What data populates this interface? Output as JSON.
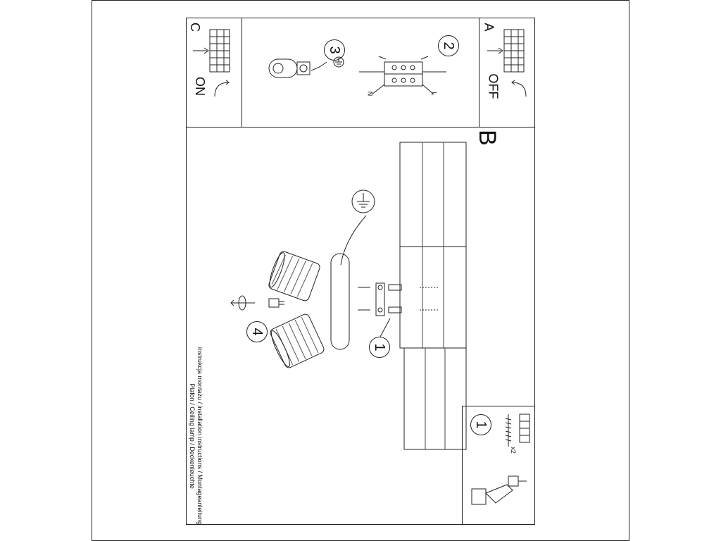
{
  "sheet": {
    "title_line_1": "instrukcja montażu / installation instructions / Montageanleitung",
    "title_line_2": "Plafon / Ceiling lamp / Deckenleuchte"
  },
  "panels": {
    "a": {
      "letter": "A",
      "state": "OFF"
    },
    "b": {
      "letter": "B"
    },
    "c": {
      "letter": "C",
      "state": "ON"
    }
  },
  "steps": {
    "s1_drill": "1",
    "s1_mount": "1",
    "s2": "2",
    "s3": "3",
    "s4": "4"
  },
  "parts": {
    "quantity": "x2"
  },
  "wiring": {
    "l_label": "L",
    "n_label": "N"
  },
  "icons": {
    "ground": "ground-symbol-icon",
    "rotate": "rotate-arrow-icon",
    "drill": "drill-icon",
    "switch": "fuse-switch-icon"
  }
}
